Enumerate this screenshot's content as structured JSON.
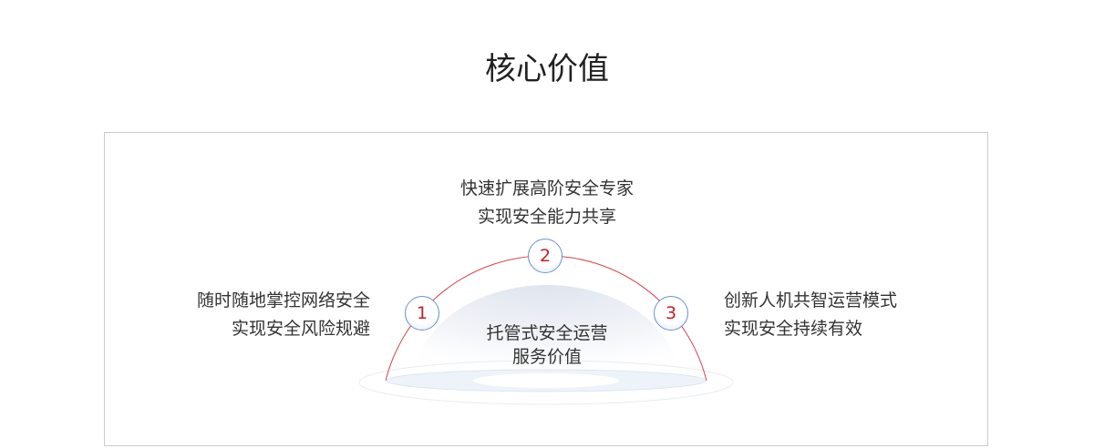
{
  "title": "核心价值",
  "center": {
    "line1": "托管式安全运营",
    "line2": "服务价值"
  },
  "items": [
    {
      "number": "1",
      "line1": "随时随地掌控网络安全",
      "line2": "实现安全风险规避"
    },
    {
      "number": "2",
      "line1": "快速扩展高阶安全专家",
      "line2": "实现安全能力共享"
    },
    {
      "number": "3",
      "line1": "创新人机共智运营模式",
      "line2": "实现安全持续有效"
    }
  ],
  "colors": {
    "arc": "#d2434e",
    "number": "#c0202a",
    "circle_border": "#6a93d0"
  }
}
